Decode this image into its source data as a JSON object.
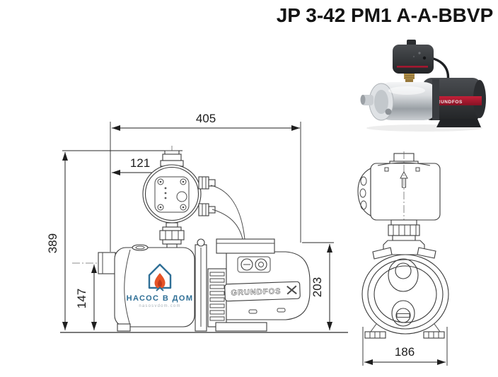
{
  "title": "JP 3-42 PM1 A-A-BBVP",
  "side_view": {
    "dim_overall_length": "405",
    "dim_pm_offset": "121",
    "dim_overall_height": "389",
    "dim_inlet_height": "147",
    "dim_pump_height": "203",
    "motor_brand": "GRUNDFOS"
  },
  "front_view": {
    "dim_width": "186"
  },
  "watermark": {
    "brand": "НАСОС В ДОМ",
    "site": "nasosvdom.com"
  },
  "photo": {
    "brand": "GRUNDFOS"
  },
  "colors": {
    "line": "#3c3c3c",
    "dimension_text": "#1c1c1c",
    "grundfos_red": "#b5122e",
    "watermark_blue": "#2f6f96",
    "flame_orange": "#e65427"
  }
}
